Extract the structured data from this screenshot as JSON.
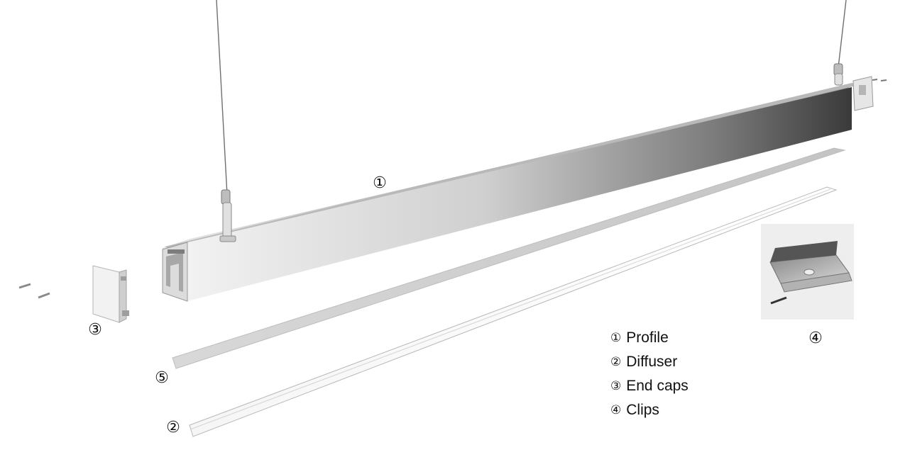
{
  "callouts": {
    "profile": "①",
    "diffuser": "②",
    "end_caps": "③",
    "clips": "④",
    "part_5": "⑤"
  },
  "legend": [
    {
      "num": "①",
      "label": "Profile"
    },
    {
      "num": "②",
      "label": "Diffuser"
    },
    {
      "num": "③",
      "label": "End caps"
    },
    {
      "num": "④",
      "label": "Clips"
    }
  ],
  "colors": {
    "profile_light": "#f2f2f2",
    "profile_dark": "#3a3a3a",
    "diffuser_light": "#f6f6f6",
    "clip_backdrop": "#eeeeee"
  }
}
